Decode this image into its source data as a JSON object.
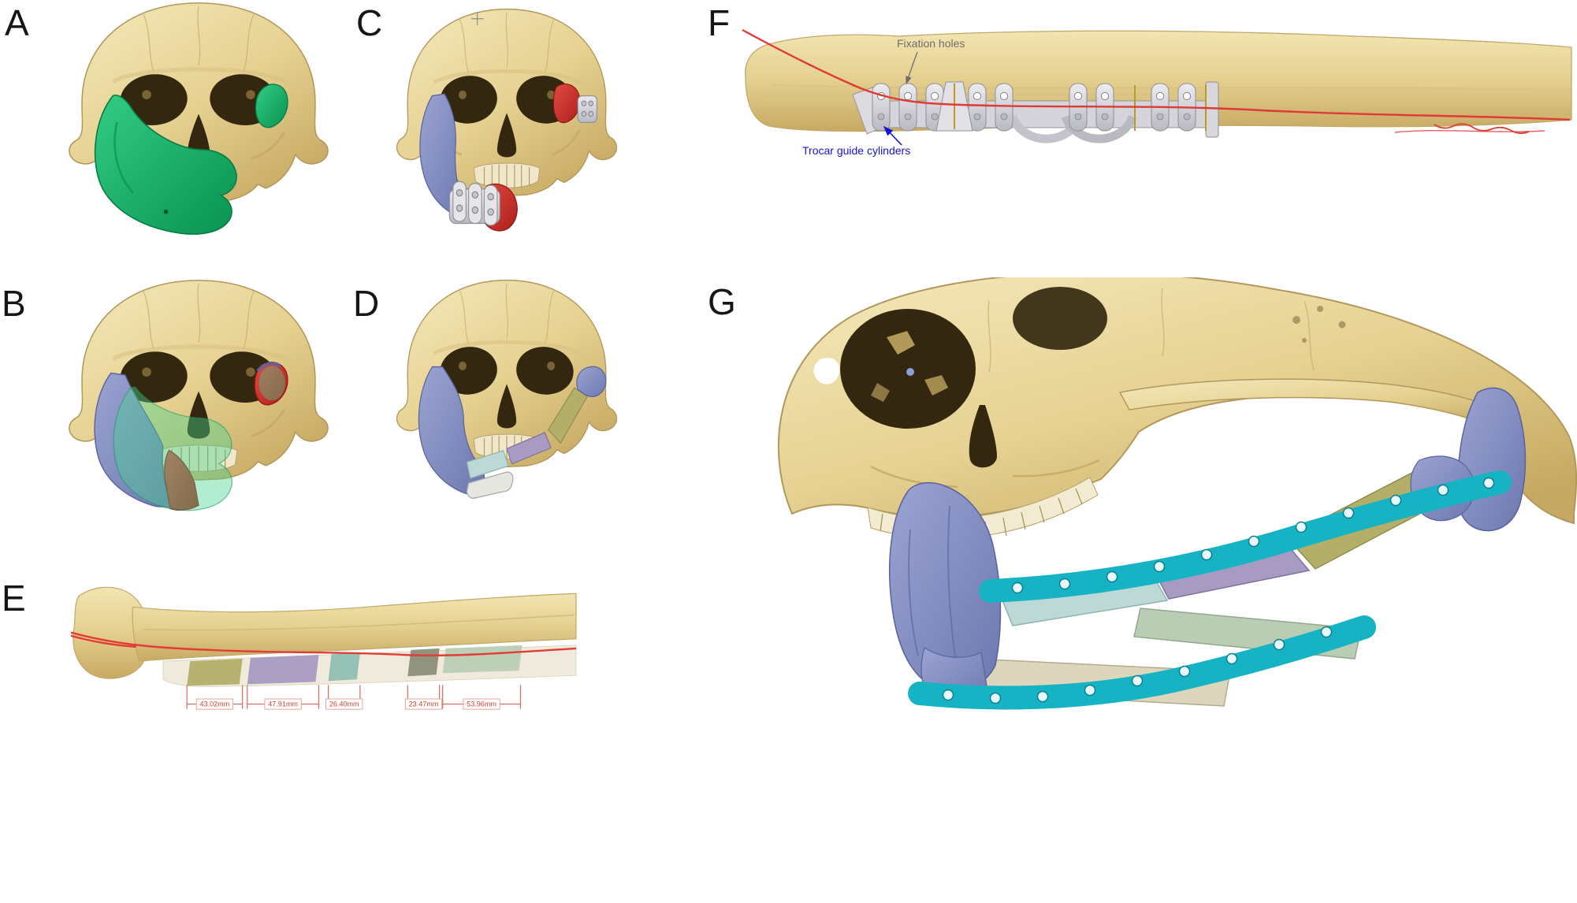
{
  "figure": {
    "background": "#ffffff",
    "panel_labels": {
      "a": "A",
      "b": "B",
      "c": "C",
      "d": "D",
      "e": "E",
      "f": "F",
      "g": "G"
    }
  },
  "panel_f": {
    "fixation_holes_label": "Fixation holes",
    "trocar_label": "Trocar guide cylinders"
  },
  "panel_e": {
    "measurements": [
      "43.02mm",
      "47.91mm",
      "26.40mm",
      "23.47mm",
      "53.96mm"
    ]
  },
  "colors": {
    "background": "#ffffff",
    "bone": "#e6d191",
    "bone_shadow": "#c9ad66",
    "mandible_green": "#10b264",
    "fibula_segment_blue": "#8791c5",
    "resection_red": "#d22b28",
    "planned_margin_green": "rgba(72,211,145,0.42)",
    "cutting_guide_gray": "#d6d6da",
    "plate_teal": "#16b3c4",
    "segment_olive": "#b3af68",
    "segment_purple": "#a89bc2",
    "segment_cyan": "#bcd9d6",
    "segment_pale_green": "#b9cdb4",
    "segment_pale_bone": "#ddd6bc",
    "segment_teal_green": "#8fc0b2",
    "segment_dark_olive": "#8a8f78",
    "vessel_red": "#e23c36",
    "annotation_gray": "#6e6e6e",
    "annotation_blue": "#1413d6",
    "measurement_red": "#cc4433"
  }
}
